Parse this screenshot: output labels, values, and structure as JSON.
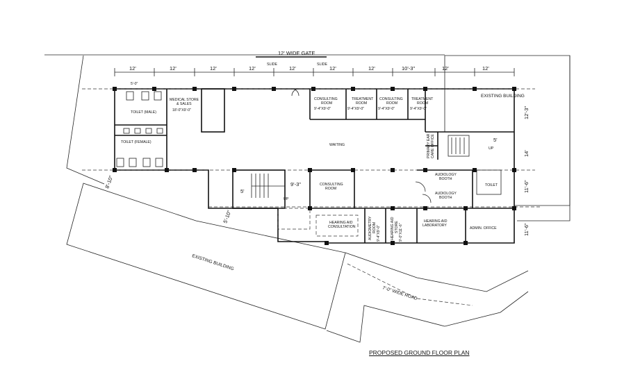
{
  "title": "PROPOSED GROUND FLOOR PLAN",
  "gate": {
    "label": "12' WIDE GATE",
    "slide_left": "SLIDE",
    "slide_right": "SLIDE"
  },
  "dims_top": [
    "12'",
    "12'",
    "12'",
    "12'",
    "12'",
    "12'",
    "12'",
    "10'-3\"",
    "12'",
    "12'"
  ],
  "rooms": {
    "toilet_male": "TOILET (MALE)",
    "toilet_female": "TOILET (FEMALE)",
    "toilet_small_dim": "5'-0\"",
    "medical_store": [
      "MEDICAL STORE",
      "& SALES",
      "18'-0\"X9'-0\""
    ],
    "consulting_1": [
      "CONSULTING",
      "ROOM",
      "9'-4\"X9'-0\""
    ],
    "treatment_1": [
      "TREATMENT",
      "ROOM",
      "9'-4\"X9'-0\""
    ],
    "consulting_2": [
      "CONSULTING",
      "ROOM",
      "9'-4\"X9'-0\""
    ],
    "treatment_2": [
      "TREATMENT",
      "ROOM",
      "9'-4\"X9'-0\""
    ],
    "waiting": "WAITING",
    "consulting_3": [
      "CONSULTING",
      "ROOM"
    ],
    "hearing_consult": [
      "HEARING AID",
      "CONSULTATION"
    ],
    "audiometry": [
      "AUDIOMETRY",
      "ROOM",
      "9'-4\"X9'-0\""
    ],
    "hearing_store": [
      "HEARING AID",
      "STORE",
      "9'-0\"X11'-6\""
    ],
    "hearing_lab": [
      "HEARING AID",
      "LABORATORY"
    ],
    "admin": "ADMIN. OFFICE",
    "audiology_1": [
      "AUDIOLOGY",
      "BOOTH"
    ],
    "audiology_2": [
      "AUDIOLOGY",
      "BOOTH"
    ],
    "toilet": "TOILET",
    "primary_ear": [
      "PRIMARY EAR",
      "CARE OFFICE"
    ],
    "up_left": "UP",
    "up_right": "UP",
    "stair_dim_left": "5'",
    "stair_dim_mid": "9'-3\"",
    "stair_dim_right": "5'",
    "existing_top": "EXISTING BUILDING",
    "existing_bottom": "EXISTING BUILDING",
    "road": "7'-0\" WIDE ROAD"
  },
  "dims_side": [
    "12'-3\"",
    "14'",
    "11'-6\"",
    "11'-6\"",
    "8'-10\"",
    "5'-10\""
  ]
}
